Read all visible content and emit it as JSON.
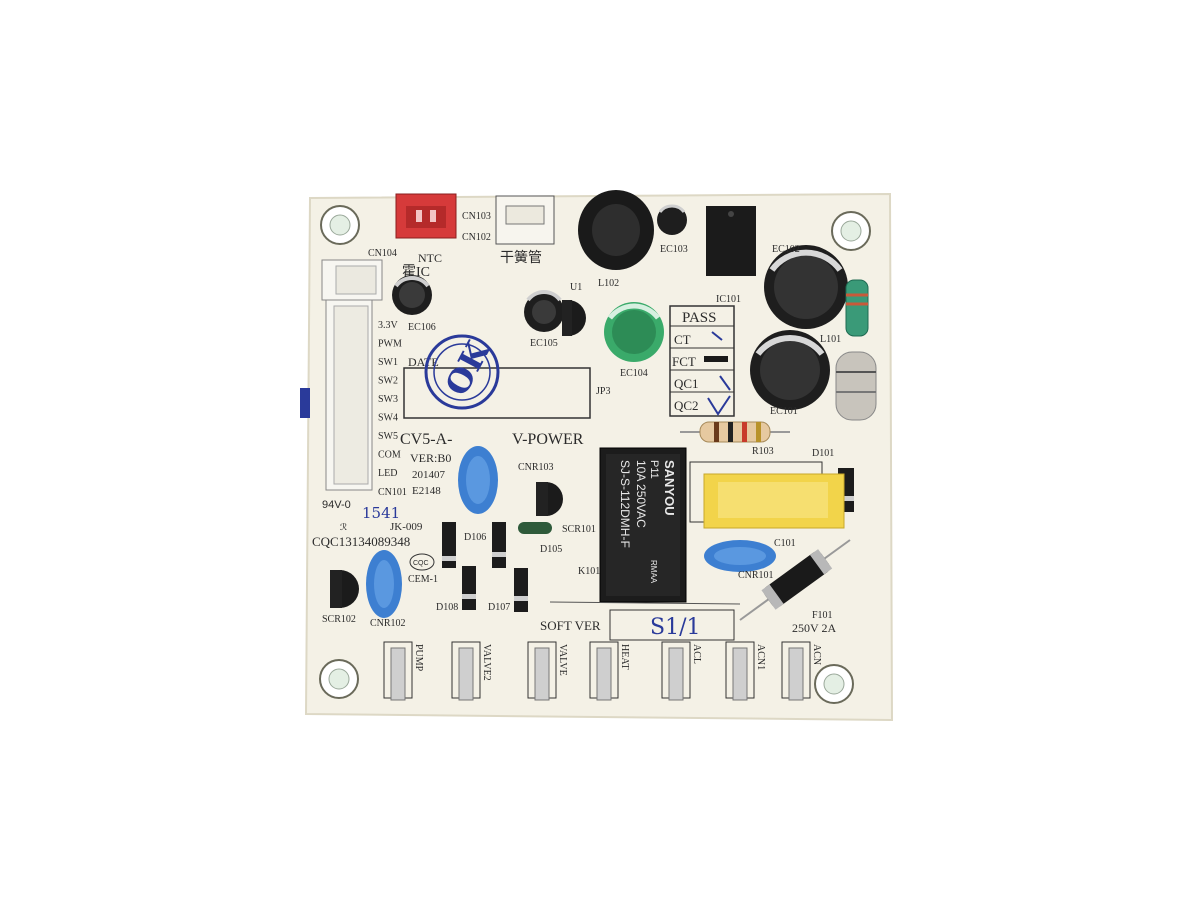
{
  "board": {
    "model": "CV5-A-",
    "model_tail": "V-POWER",
    "version": "VER:B0",
    "date_code_1": "201407",
    "date_code_2": "E2148",
    "flammability": "94V-0",
    "batch": "1541",
    "ul_text": "JK-009",
    "certificate": "CQC13134089348",
    "cqc_mark": "CQC",
    "cem": "CEM-1",
    "date_label": "DATE",
    "soft_ver_label": "SOFT VER",
    "soft_ver_value": "S1/1",
    "ok_stamp": "OK",
    "pass_label": "PASS",
    "pass_rows": [
      "CT",
      "FCT",
      "QC1",
      "QC2"
    ],
    "ntc_label": "NTC",
    "hall_label": "霍IC",
    "reed_label": "干簧管",
    "fuse_rating": "250V 2A"
  },
  "connector_pins": [
    "3.3V",
    "PWM",
    "SW1",
    "SW2",
    "SW3",
    "SW4",
    "SW5",
    "COM",
    "LED"
  ],
  "terminals": [
    "PUMP",
    "VALVE2",
    "VALVE",
    "HEAT",
    "ACL",
    "ACN1",
    "ACN"
  ],
  "refdes": {
    "cn103": "CN103",
    "cn102": "CN102",
    "cn104": "CN104",
    "cn101": "CN101",
    "ec106": "EC106",
    "ec105": "EC105",
    "ec104": "EC104",
    "ec103": "EC103",
    "ec102": "EC102",
    "ec101": "EC101",
    "u1": "U1",
    "l102": "L102",
    "l101": "L101",
    "ic101": "IC101",
    "jp3": "JP3",
    "r103": "R103",
    "d101": "D101",
    "d105": "D105",
    "d106": "D106",
    "d107": "D107",
    "d108": "D108",
    "scr101": "SCR101",
    "scr102": "SCR102",
    "cnr103": "CNR103",
    "cnr101": "CNR101",
    "cnr102": "CNR102",
    "c101": "C101",
    "k101": "K101",
    "f101": "F101"
  },
  "relay": {
    "brand": "SANYOU",
    "rating": "10A 250VAC",
    "model": "SJ-S-112DMH-F",
    "code": "P11",
    "side_code": "RMAA"
  },
  "colors": {
    "board": "#f4f1e6",
    "silkscreen": "#2b2b2b",
    "connector_red": "#d63a3a",
    "varistor_blue": "#3d7fd1",
    "capacitor_green": "#3aaa6a",
    "relay_black": "#1c1c1c",
    "x2_cap_yellow": "#f2d44a",
    "ink_blue": "#2a3a9a"
  }
}
